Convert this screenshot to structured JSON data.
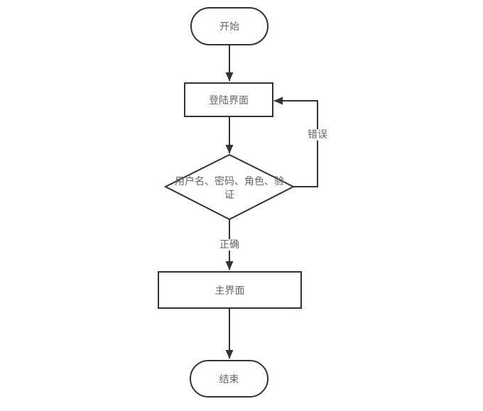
{
  "diagram": {
    "type": "flowchart",
    "colors": {
      "stroke": "#333333",
      "text": "#666666",
      "background": "#ffffff"
    },
    "nodes": [
      {
        "id": "start",
        "shape": "stadium",
        "label": "开始"
      },
      {
        "id": "login",
        "shape": "process",
        "label": "登陆界面"
      },
      {
        "id": "verify",
        "shape": "decision",
        "label": "用户名、密码、角色、验证"
      },
      {
        "id": "main",
        "shape": "process",
        "label": "主界面"
      },
      {
        "id": "end",
        "shape": "stadium",
        "label": "结束"
      }
    ],
    "edges": [
      {
        "from": "start",
        "to": "login",
        "label": ""
      },
      {
        "from": "login",
        "to": "verify",
        "label": ""
      },
      {
        "from": "verify",
        "to": "main",
        "label": "正确"
      },
      {
        "from": "verify",
        "to": "login",
        "label": "错误"
      },
      {
        "from": "main",
        "to": "end",
        "label": ""
      }
    ]
  }
}
